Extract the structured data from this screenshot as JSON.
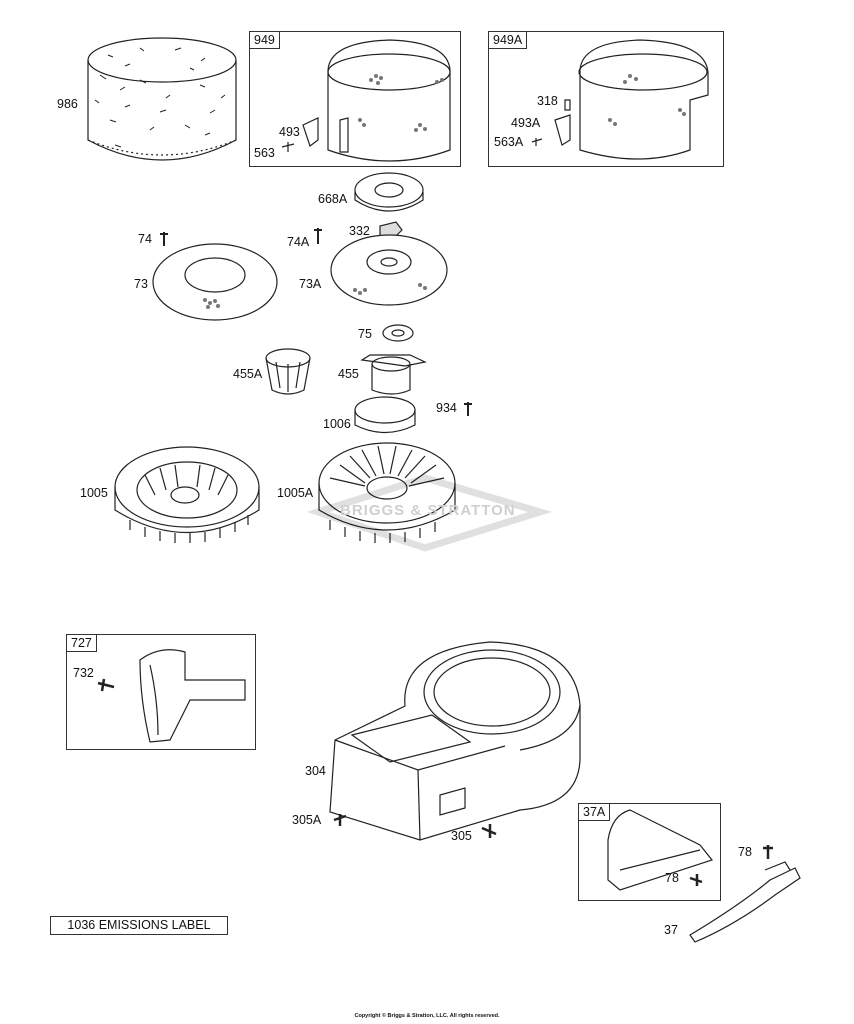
{
  "watermark": "BRIGGS & STRATTON",
  "boxes": {
    "b949": "949",
    "b949A": "949A",
    "b727": "727",
    "b37A": "37A"
  },
  "labels": {
    "p986": "986",
    "p493": "493",
    "p563": "563",
    "p318": "318",
    "p493A": "493A",
    "p563A": "563A",
    "p668A": "668A",
    "p332": "332",
    "p74": "74",
    "p74A": "74A",
    "p73": "73",
    "p73A": "73A",
    "p75": "75",
    "p455A": "455A",
    "p455": "455",
    "p934": "934",
    "p1006": "1006",
    "p1005": "1005",
    "p1005A": "1005A",
    "p732": "732",
    "p304": "304",
    "p305A": "305A",
    "p305": "305",
    "p78a": "78",
    "p78b": "78",
    "p37": "37"
  },
  "emissions_label": "1036 EMISSIONS LABEL",
  "copyright": "Copyright © Briggs & Stratton, LLC. All rights reserved."
}
